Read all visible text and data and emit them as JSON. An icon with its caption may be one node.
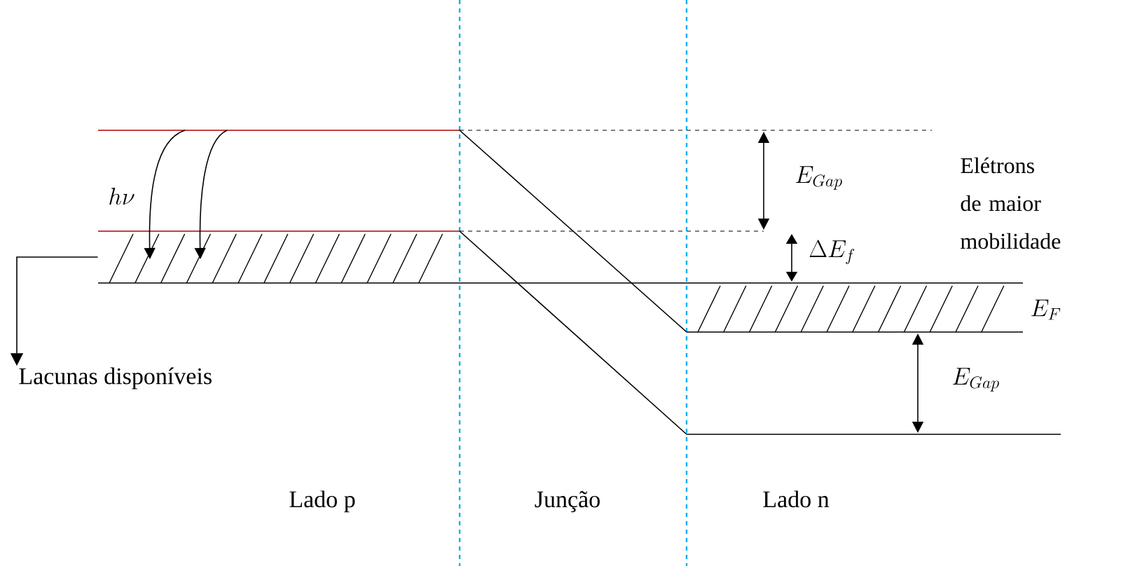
{
  "diagram": {
    "nodes": [
      {
        "text": [
          "Lacunas disponíveis"
        ]
      },
      {
        "text": [],
        "shape": "box"
      }
    ],
    "edges": [
      {
        "from": 1,
        "to": 0,
        "arrow": "to"
      }
    ],
    "labels": [
      "h\\nu",
      "E_{Gap}",
      "Elétrons de maior mobilidade",
      "\\Delta E_{f}",
      "E_{F}",
      "E_{Gap}",
      "Lado p",
      "Junção",
      "Lado n"
    ]
  }
}
